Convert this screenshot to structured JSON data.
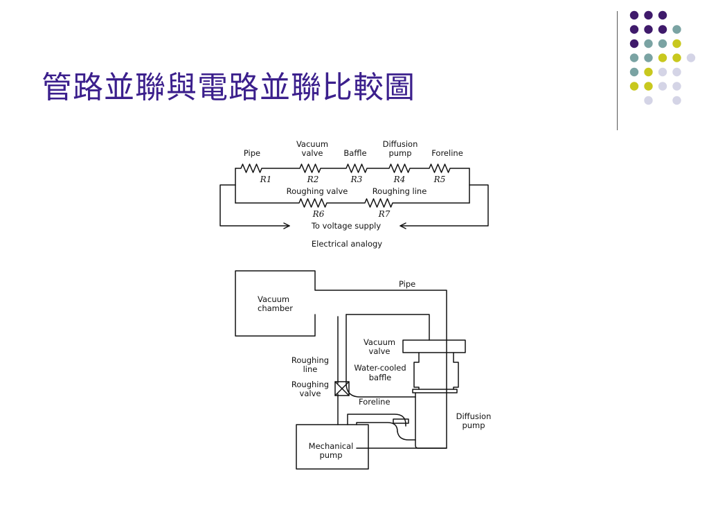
{
  "slide": {
    "title": "管路並聯與電路並聯比較圖"
  },
  "decor": {
    "dot_colors": {
      "purple": "#3f1a6b",
      "teal": "#7aa3a3",
      "yellow": "#c8c81e",
      "lavender": "#d4d4e6"
    }
  },
  "electrical": {
    "labels": {
      "pipe": "Pipe",
      "vacuum_valve_1": "Vacuum",
      "vacuum_valve_2": "valve",
      "baffle": "Baffle",
      "diffusion_pump_1": "Diffusion",
      "diffusion_pump_2": "pump",
      "foreline": "Foreline",
      "roughing_valve": "Roughing valve",
      "roughing_line": "Roughing line",
      "voltage_supply": "To voltage supply",
      "caption": "Electrical analogy"
    },
    "resistors": {
      "r1": "R1",
      "r2": "R2",
      "r3": "R3",
      "r4": "R4",
      "r5": "R5",
      "r6": "R6",
      "r7": "R7"
    }
  },
  "vacuum_system": {
    "labels": {
      "vacuum_chamber_1": "Vacuum",
      "vacuum_chamber_2": "chamber",
      "pipe": "Pipe",
      "vacuum_valve_1": "Vacuum",
      "vacuum_valve_2": "valve",
      "water_cooled_baffle_1": "Water-cooled",
      "water_cooled_baffle_2": "baffle",
      "roughing_line_1": "Roughing",
      "roughing_line_2": "line",
      "roughing_valve_1": "Roughing",
      "roughing_valve_2": "valve",
      "foreline": "Foreline",
      "diffusion_pump_1": "Diffusion",
      "diffusion_pump_2": "pump",
      "mechanical_pump_1": "Mechanical",
      "mechanical_pump_2": "pump"
    }
  }
}
